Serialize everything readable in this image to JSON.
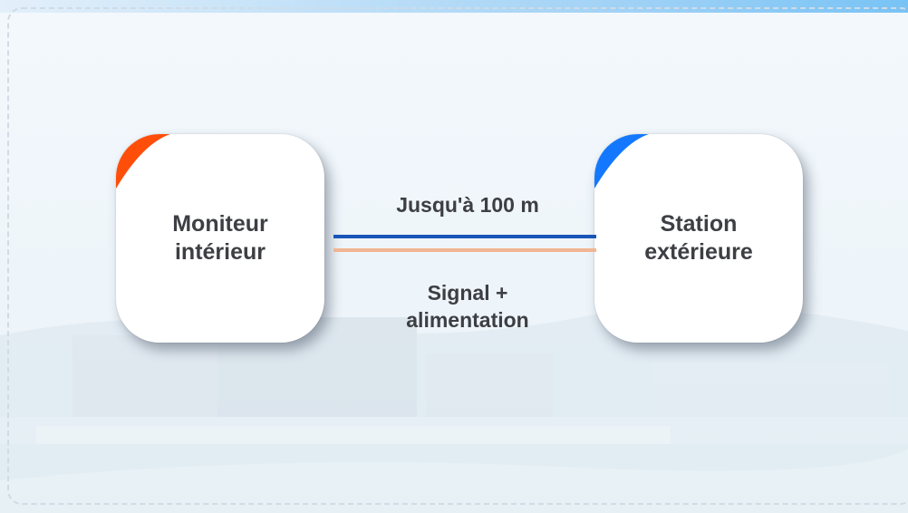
{
  "diagram": {
    "nodes": [
      {
        "id": "indoor",
        "label_line1": "Moniteur",
        "label_line2": "intérieur",
        "accent_color": "#ff4e0a"
      },
      {
        "id": "outdoor",
        "label_line1": "Station",
        "label_line2": "extérieure",
        "accent_color": "#1478ff"
      }
    ],
    "connection": {
      "distance_label": "Jusqu'à 100 m",
      "function_label_line1": "Signal +",
      "function_label_line2": "alimentation",
      "line_colors": [
        "#1a55b8",
        "#f1b591"
      ]
    }
  }
}
